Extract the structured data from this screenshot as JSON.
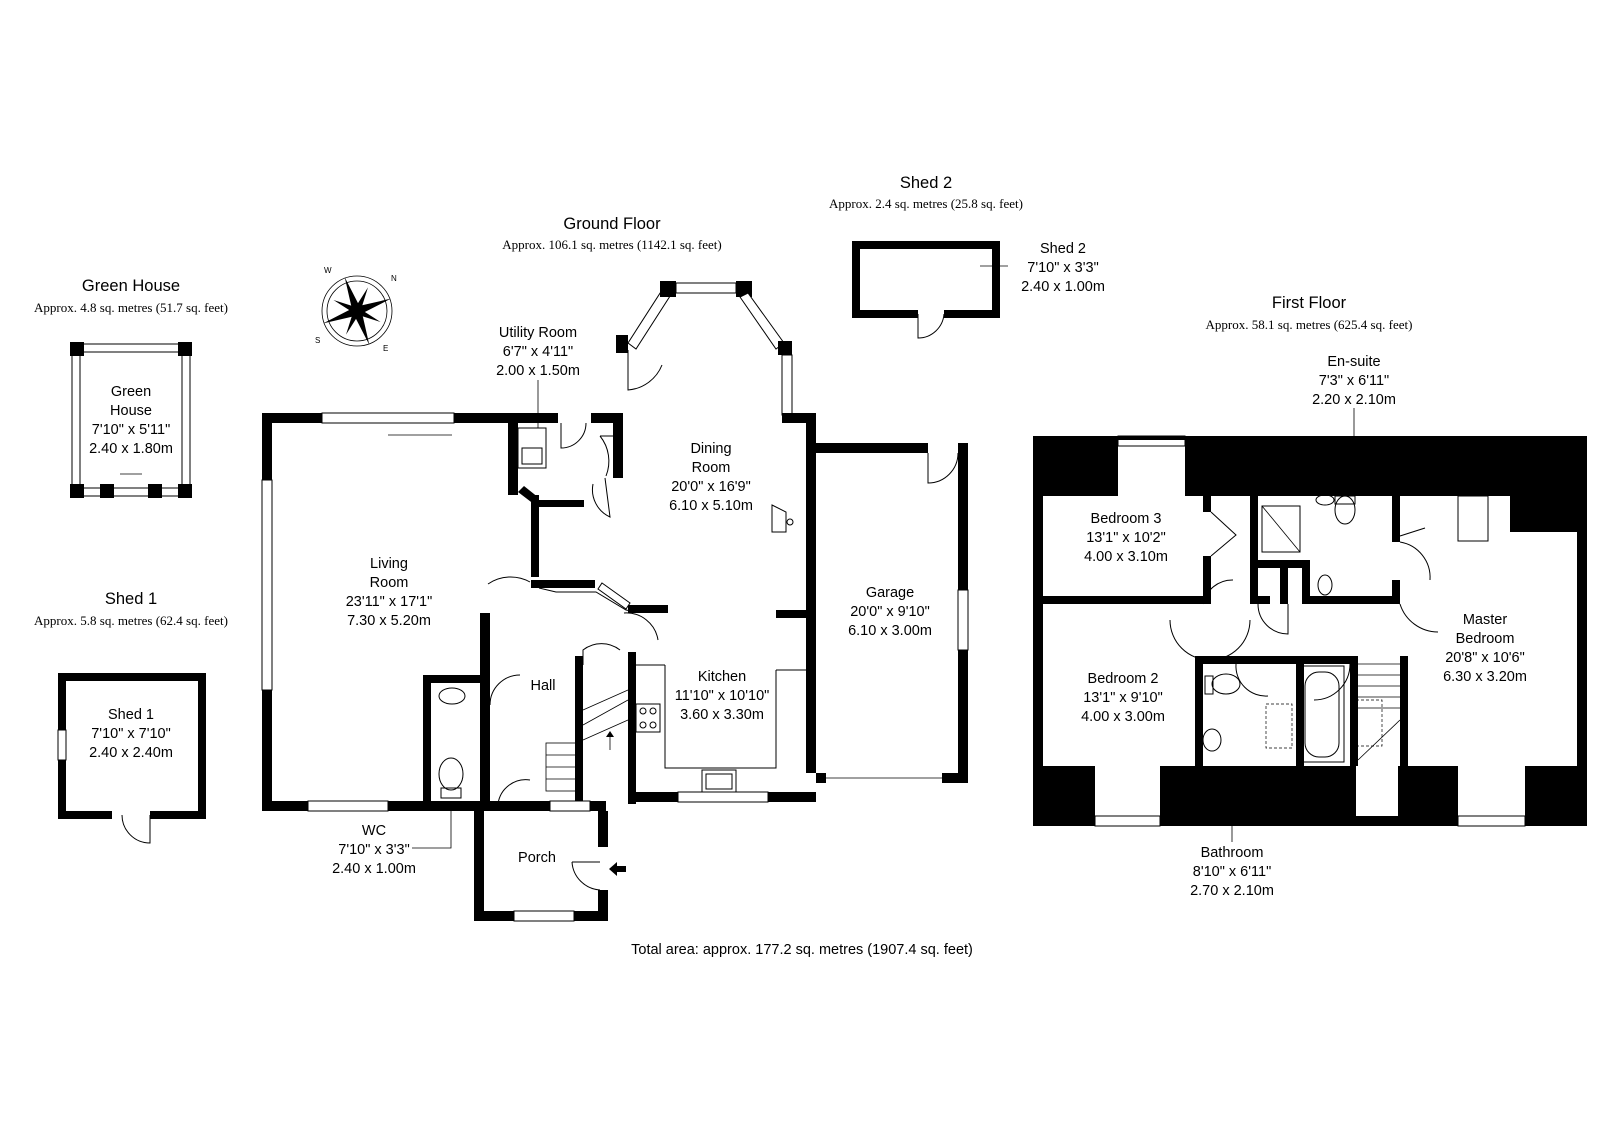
{
  "total_area": "Total area: approx. 177.2 sq. metres (1907.4 sq. feet)",
  "floors": {
    "ground": {
      "title": "Ground Floor",
      "area": "Approx. 106.1 sq. metres (1142.1 sq. feet)"
    },
    "first": {
      "title": "First Floor",
      "area": "Approx. 58.1 sq. metres (625.4 sq. feet)"
    },
    "greenhouse": {
      "title": "Green House",
      "area": "Approx. 4.8 sq. metres (51.7 sq. feet)"
    },
    "shed1": {
      "title": "Shed 1",
      "area": "Approx. 5.8 sq. metres (62.4 sq. feet)"
    },
    "shed2": {
      "title": "Shed 2",
      "area": "Approx. 2.4 sq. metres (25.8 sq. feet)"
    }
  },
  "rooms": {
    "greenhouse": {
      "name1": "Green",
      "name2": "House",
      "imperial": "7'10\" x 5'11\"",
      "metric": "2.40 x 1.80m"
    },
    "shed1": {
      "name": "Shed 1",
      "imperial": "7'10\" x 7'10\"",
      "metric": "2.40 x 2.40m"
    },
    "shed2": {
      "name": "Shed 2",
      "imperial": "7'10\" x 3'3\"",
      "metric": "2.40 x 1.00m"
    },
    "utility": {
      "name": "Utility Room",
      "imperial": "6'7\" x 4'11\"",
      "metric": "2.00 x 1.50m"
    },
    "living": {
      "name1": "Living",
      "name2": "Room",
      "imperial": "23'11\" x 17'1\"",
      "metric": "7.30 x 5.20m"
    },
    "dining": {
      "name1": "Dining",
      "name2": "Room",
      "imperial": "20'0\" x 16'9\"",
      "metric": "6.10 x 5.10m"
    },
    "hall": {
      "name": "Hall"
    },
    "kitchen": {
      "name": "Kitchen",
      "imperial": "11'10\" x 10'10\"",
      "metric": "3.60 x 3.30m"
    },
    "garage": {
      "name": "Garage",
      "imperial": "20'0\" x 9'10\"",
      "metric": "6.10 x 3.00m"
    },
    "wc": {
      "name": "WC",
      "imperial": "7'10\" x 3'3\"",
      "metric": "2.40 x 1.00m"
    },
    "porch": {
      "name": "Porch"
    },
    "ensuite": {
      "name": "En-suite",
      "imperial": "7'3\" x 6'11\"",
      "metric": "2.20 x 2.10m"
    },
    "bedroom3": {
      "name": "Bedroom 3",
      "imperial": "13'1\" x 10'2\"",
      "metric": "4.00 x 3.10m"
    },
    "bedroom2": {
      "name": "Bedroom 2",
      "imperial": "13'1\" x 9'10\"",
      "metric": "4.00 x 3.00m"
    },
    "master": {
      "name1": "Master",
      "name2": "Bedroom",
      "imperial": "20'8\" x 10'6\"",
      "metric": "6.30 x 3.20m"
    },
    "bathroom": {
      "name": "Bathroom",
      "imperial": "8'10\" x 6'11\"",
      "metric": "2.70 x 2.10m"
    }
  },
  "compass": {
    "n": "N",
    "s": "S",
    "e": "E",
    "w": "W"
  }
}
